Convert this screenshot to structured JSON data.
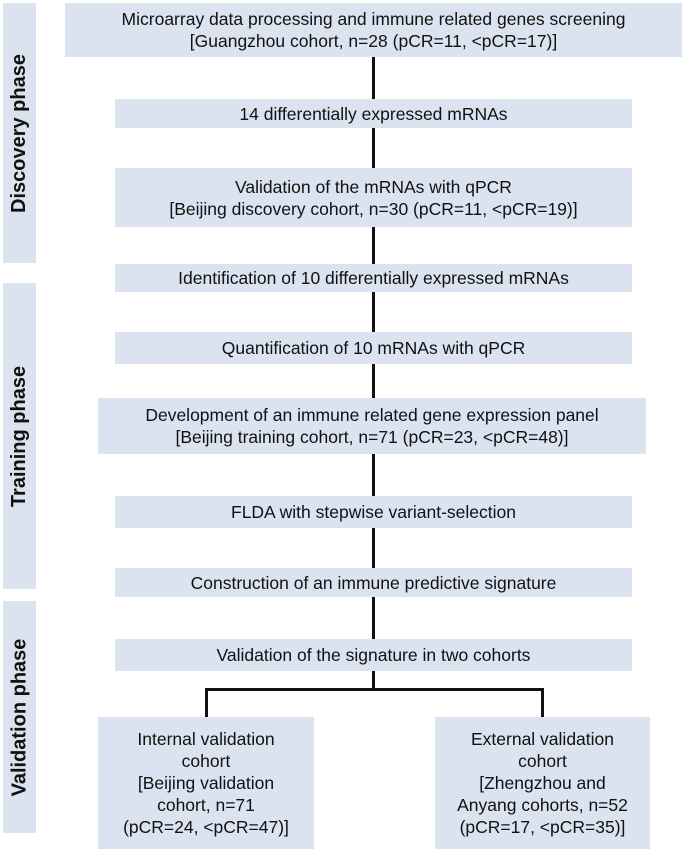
{
  "phases": {
    "discovery": "Discovery phase",
    "training": "Training phase",
    "validation": "Validation phase"
  },
  "boxes": {
    "microarray": [
      "Microarray data processing and immune related genes screening",
      "[Guangzhou cohort, n=28 (pCR=11, <pCR=17)]"
    ],
    "differential14": [
      "14 differentially expressed mRNAs"
    ],
    "qpcr_validation": [
      "Validation of the mRNAs with qPCR",
      "[Beijing discovery cohort, n=30 (pCR=11, <pCR=19)]"
    ],
    "identification10": [
      "Identification of 10 differentially expressed mRNAs"
    ],
    "quantification10": [
      "Quantification of 10 mRNAs with qPCR"
    ],
    "panel_development": [
      "Development of an immune related gene expression panel",
      "[Beijing training cohort, n=71 (pCR=23, <pCR=48)]"
    ],
    "flda": [
      "FLDA with stepwise variant-selection"
    ],
    "signature_construction": [
      "Construction of an immune predictive signature"
    ],
    "signature_validation": [
      "Validation of the signature in two cohorts"
    ],
    "internal_validation": [
      "Internal validation",
      "cohort",
      "[Beijing validation",
      "cohort, n=71",
      "(pCR=24, <pCR=47)]"
    ],
    "external_validation": [
      "External validation",
      "cohort",
      "[Zhengzhou and",
      "Anyang cohorts, n=52",
      "(pCR=17, <pCR=35)]"
    ]
  }
}
